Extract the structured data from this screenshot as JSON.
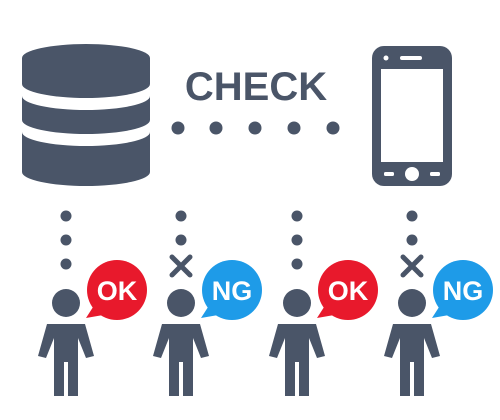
{
  "colors": {
    "icon": "#4a5568",
    "ok_badge": "#e8192c",
    "ng_badge": "#1e9be8",
    "badge_text": "#ffffff",
    "background": "#ffffff"
  },
  "header": {
    "label": "CHECK"
  },
  "icons": {
    "left": "database-icon",
    "right": "smartphone-icon",
    "person": "person-icon"
  },
  "users": [
    {
      "status": "OK",
      "result": "pass"
    },
    {
      "status": "NG",
      "result": "fail"
    },
    {
      "status": "OK",
      "result": "pass"
    },
    {
      "status": "NG",
      "result": "fail"
    }
  ]
}
